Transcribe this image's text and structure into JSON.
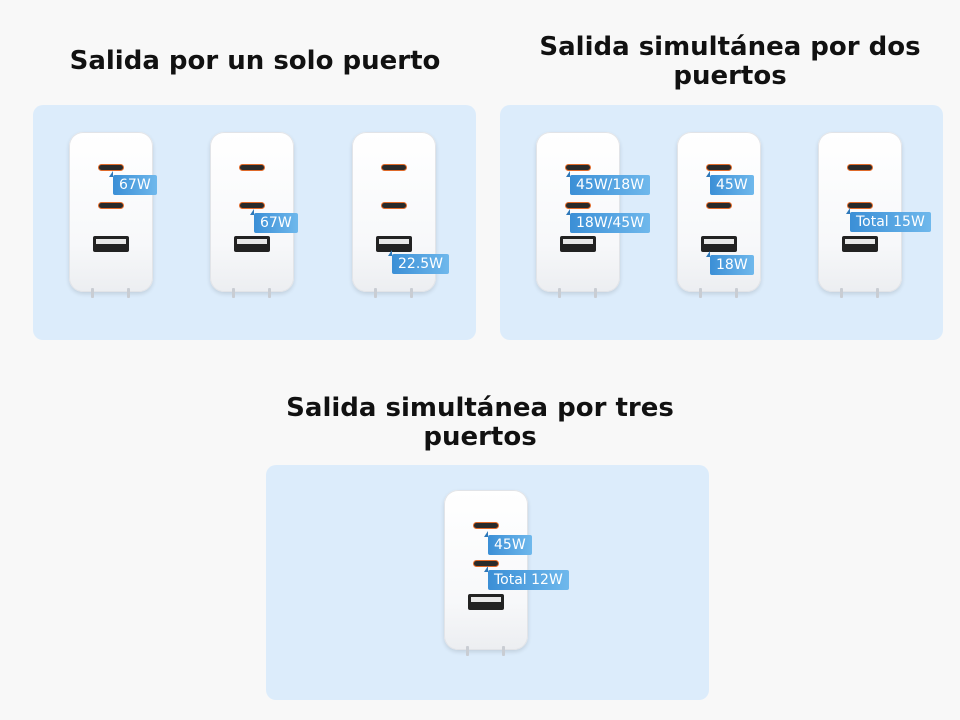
{
  "sections": {
    "single": {
      "title": "Salida por un solo puerto",
      "chargers": [
        {
          "label": "67W"
        },
        {
          "label": "67W"
        },
        {
          "label": "22.5W"
        }
      ]
    },
    "dual": {
      "title": "Salida simultánea por dos puertos",
      "chargers": [
        {
          "labels": [
            "45W/18W",
            "18W/45W"
          ]
        },
        {
          "labels": [
            "45W",
            "18W"
          ]
        },
        {
          "labels": [
            "Total 15W"
          ]
        }
      ]
    },
    "triple": {
      "title": "Salida simultánea por tres puertos",
      "chargers": [
        {
          "labels": [
            "45W",
            "Total 12W"
          ]
        }
      ]
    }
  },
  "colors": {
    "panel": "#dcecfb",
    "tag": "#3b8fd6",
    "port_accent": "#e06a2a"
  }
}
